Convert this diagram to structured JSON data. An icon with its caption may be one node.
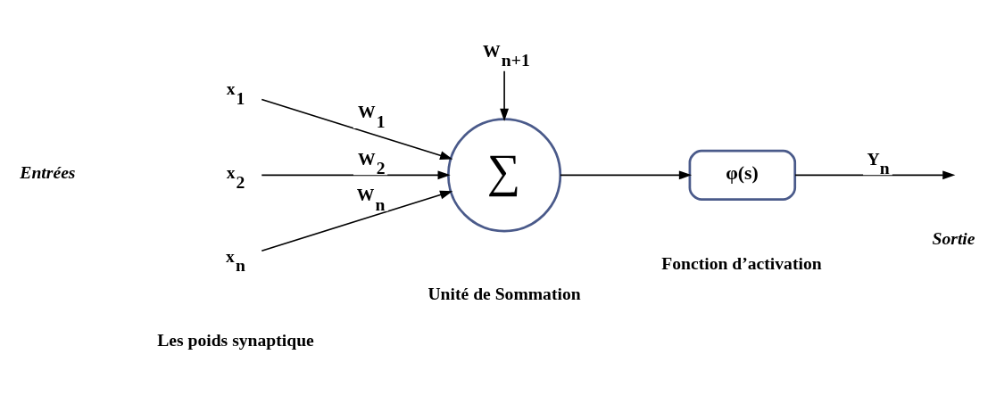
{
  "diagram": {
    "nodes": [
      {
        "text": [
          "x$_{1}$"
        ]
      },
      {
        "text": [
          "x$_{2}$"
        ]
      },
      {
        "text": [
          "x$_{n}$"
        ]
      },
      {
        "text": [
          "W$_{n+1}$"
        ]
      },
      {
        "text": [
          "∑"
        ],
        "beside": [
          "Unité de Sommation"
        ]
      },
      {
        "text": [
          "φ(s)"
        ],
        "beside": [
          "Fonction d’activation"
        ]
      }
    ],
    "edges": [
      {
        "from": 0,
        "to": 4,
        "arrow": "to",
        "label": "W$_{1}$"
      },
      {
        "from": 1,
        "to": 4,
        "arrow": "to",
        "label": "W$_{2}$"
      },
      {
        "from": 2,
        "to": 4,
        "arrow": "to",
        "label": "W$_{n}$"
      },
      {
        "from": 3,
        "to": 4,
        "arrow": "to"
      },
      {
        "from": 4,
        "to": 5,
        "arrow": "to"
      },
      {
        "from": 5,
        "to": null,
        "arrow": "to",
        "label": "Y$_{n}$"
      }
    ],
    "labels": [
      "Entrées",
      "Les poids synaptique",
      "Sortie"
    ]
  }
}
